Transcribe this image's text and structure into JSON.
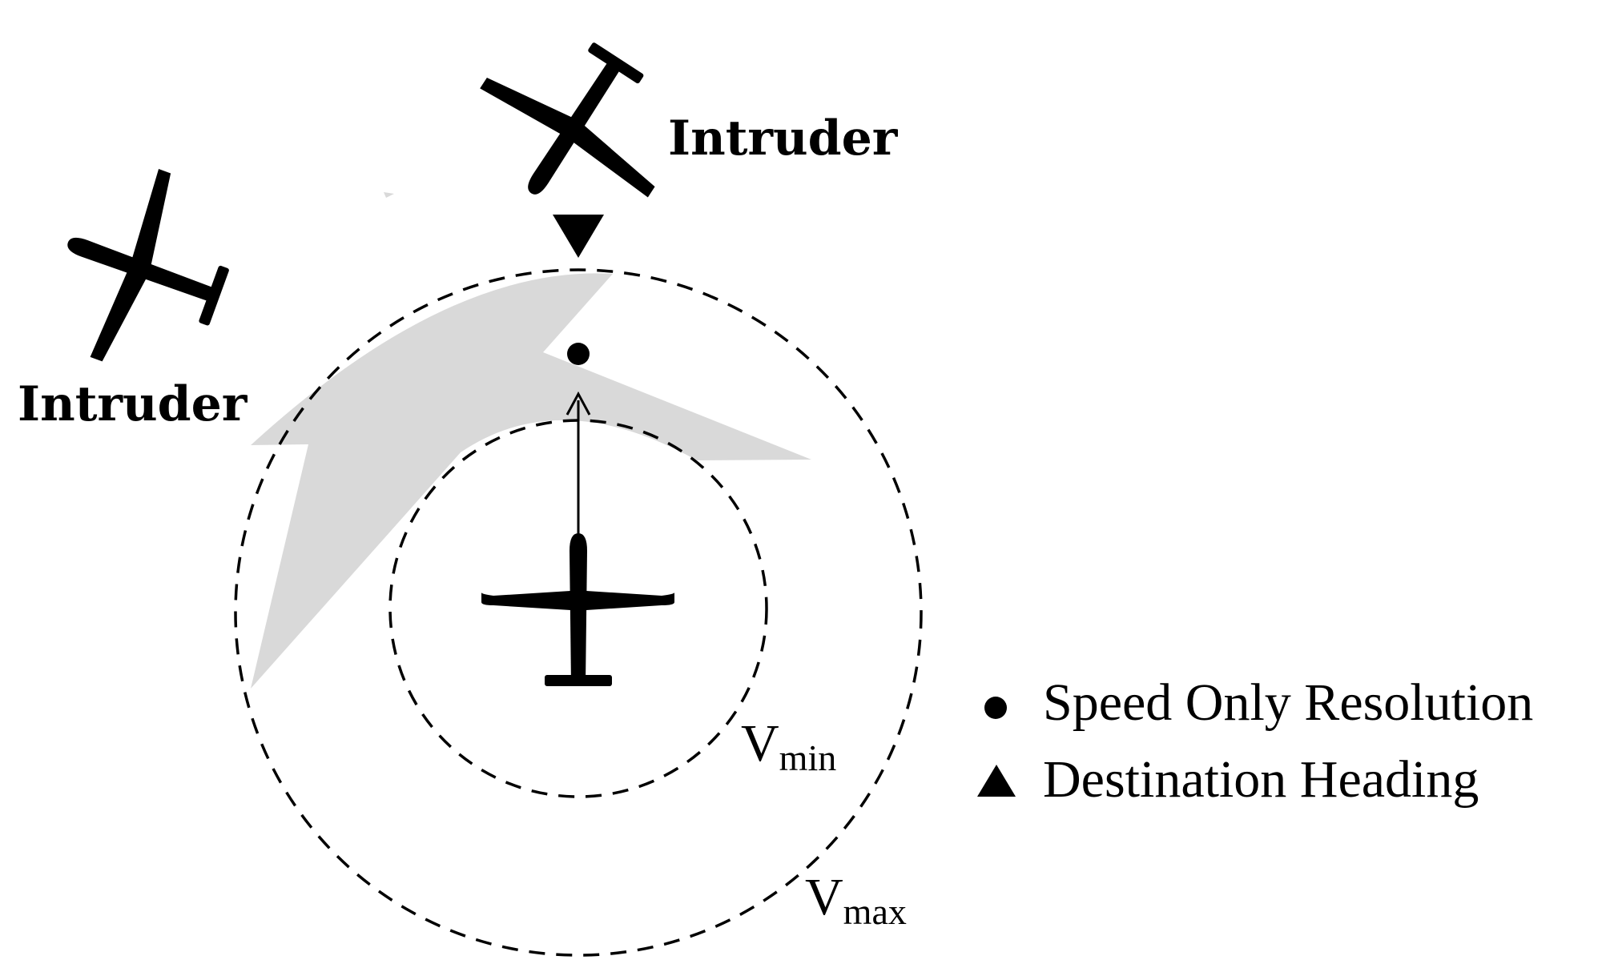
{
  "labels": {
    "intruder_top": "Intruder",
    "intruder_left": "Intruder",
    "v": "V",
    "vmin_sub": "min",
    "vmax_sub": "max"
  },
  "legend": {
    "items": [
      {
        "symbol": "dot-icon",
        "label": "Speed Only Resolution"
      },
      {
        "symbol": "triangle-up-icon",
        "label": "Destination Heading"
      }
    ]
  },
  "colors": {
    "ink": "#000000",
    "forbidden_region": "#d9d9d9",
    "background": "#ffffff"
  }
}
